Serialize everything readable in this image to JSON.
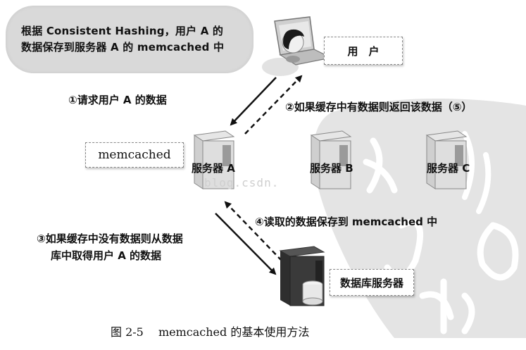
{
  "note_bubble": {
    "line1": "根据 Consistent Hashing，用户 A 的",
    "line2": "数据保存到服务器 A 的 memcached 中"
  },
  "user": {
    "label": "用　户",
    "icon": "user-laptop-icon"
  },
  "steps": {
    "step1": "①请求用户 A 的数据",
    "step2": "②如果缓存中有数据则返回该数据（⑤）",
    "step3_line1": "③如果缓存中没有数据则从数据",
    "step3_line2": "库中取得用户 A 的数据",
    "step4": "④读取的数据保存到 memcached 中"
  },
  "memcached_label": "memcached",
  "servers": [
    {
      "label": "服务器 A",
      "icon": "server-tower-icon"
    },
    {
      "label": "服务器 B",
      "icon": "server-tower-icon"
    },
    {
      "label": "服务器 C",
      "icon": "server-tower-icon"
    }
  ],
  "database": {
    "label": "数据库服务器",
    "icon": "database-server-icon"
  },
  "caption": "图 2-5　 memcached 的基本使用方法",
  "watermark": "blog.csdn.",
  "colors": {
    "bubble": "#d9d9d9",
    "seal": "#e6e6e6",
    "server_light": "#dcdcdc",
    "server_dark": "#3a3a3a",
    "arrow": "#111111"
  }
}
